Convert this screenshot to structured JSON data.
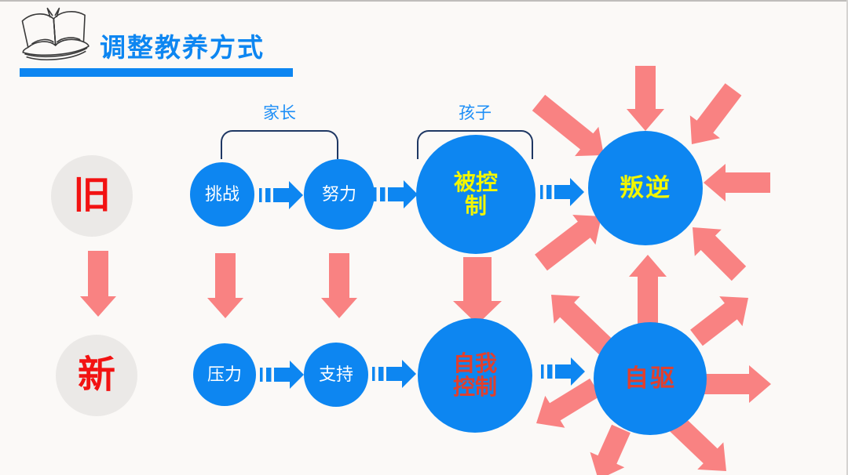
{
  "header": {
    "title": "调整教养方式"
  },
  "labels": {
    "parents": "家长",
    "child": "孩子"
  },
  "old_row": {
    "tag": "旧",
    "node1": "挑战",
    "node2": "努力",
    "node3_line1": "被控",
    "node3_line2": "制",
    "hub": "叛逆"
  },
  "new_row": {
    "tag": "新",
    "node1": "压力",
    "node2": "支持",
    "node3_line1": "自我",
    "node3_line2": "控制",
    "hub": "自驱"
  },
  "colors": {
    "blue": "#0d86f1",
    "salmon": "#f98282",
    "yellow": "#f2f600",
    "red": "#f21212",
    "hubred": "#e0402e",
    "graycircle": "#ebe9e7",
    "bracket": "#1f3864",
    "bg": "#fbf9f7"
  }
}
